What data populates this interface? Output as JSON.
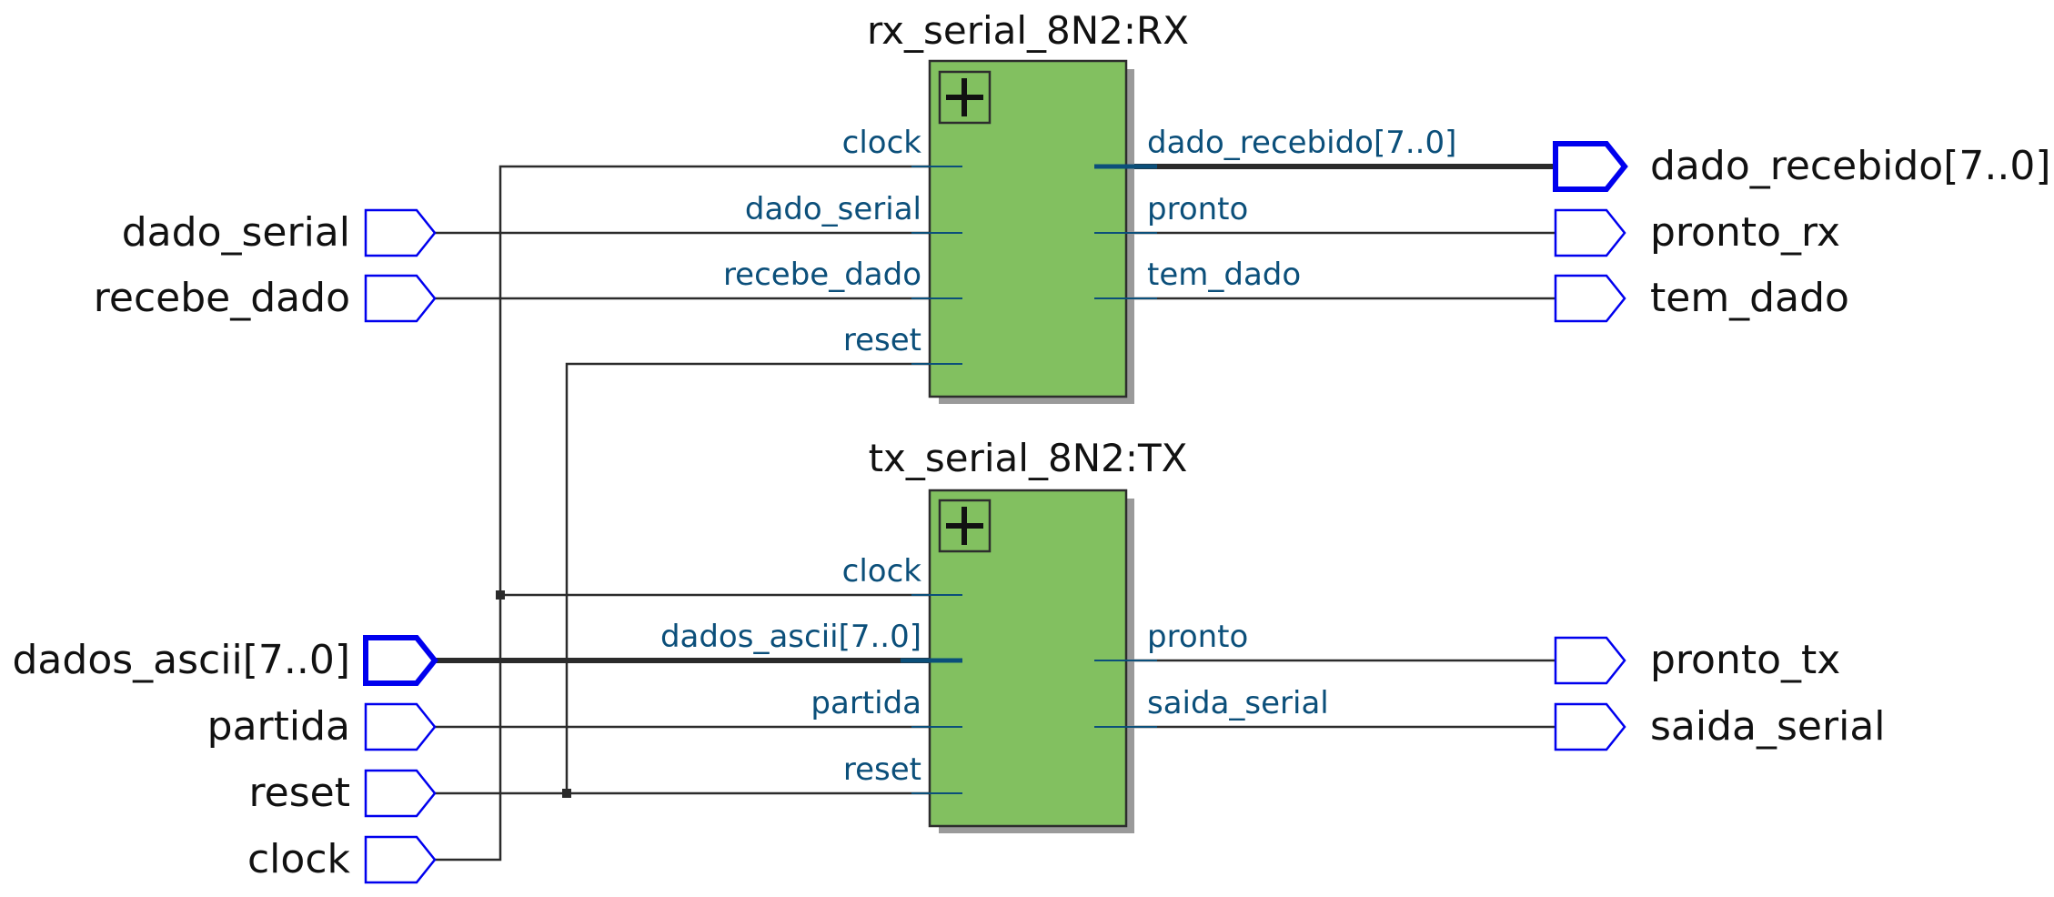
{
  "blocks": {
    "rx": {
      "title": "rx_serial_8N2:RX",
      "inputs": [
        "clock",
        "dado_serial",
        "recebe_dado",
        "reset"
      ],
      "outputs": [
        "dado_recebido[7..0]",
        "pronto",
        "tem_dado"
      ]
    },
    "tx": {
      "title": "tx_serial_8N2:TX",
      "inputs": [
        "clock",
        "dados_ascii[7..0]",
        "partida",
        "reset"
      ],
      "outputs": [
        "pronto",
        "saida_serial"
      ]
    }
  },
  "input_ports": [
    "dado_serial",
    "recebe_dado",
    "dados_ascii[7..0]",
    "partida",
    "reset",
    "clock"
  ],
  "output_ports": [
    "dado_recebido[7..0]",
    "pronto_rx",
    "tem_dado",
    "pronto_tx",
    "saida_serial"
  ],
  "colors": {
    "block_fill": "#82c060",
    "port_stroke": "#0000ee",
    "pin_label": "#0b4f7a"
  }
}
